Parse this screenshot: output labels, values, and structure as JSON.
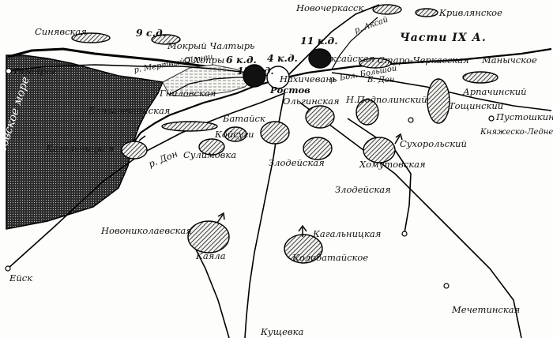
{
  "map": {
    "sea_label": "Азовское море",
    "river_label": "р. Дон",
    "delta_labels": [
      "р. Мертвый Донец",
      "Б. Дон",
      "р. Бол. Большой"
    ],
    "places": [
      {
        "key": "novocherkassk",
        "name": "Новочеркасск"
      },
      {
        "key": "krivlyanskoe",
        "name": "Кривлянское"
      },
      {
        "key": "sinyavskaya",
        "name": "Синявская"
      },
      {
        "key": "mokry-chaltyr",
        "name": "Мокрый Чалтырь"
      },
      {
        "key": "khopry",
        "name": "Хопры"
      },
      {
        "key": "taganrog",
        "name": "Таганрог"
      },
      {
        "key": "aksaiskaya",
        "name": "Аксайская"
      },
      {
        "key": "aksai-river",
        "name": "р. Аксай"
      },
      {
        "key": "staro-cherkasskaya",
        "name": "Старо-Черкасская"
      },
      {
        "key": "manychskoe",
        "name": "Манычское"
      },
      {
        "key": "nakhichevan",
        "name": "Нахичевань"
      },
      {
        "key": "gnilovskaya",
        "name": "Гниловская"
      },
      {
        "key": "rostov",
        "name": "Ростов"
      },
      {
        "key": "elizavetinskaya",
        "name": "Елизаветинская"
      },
      {
        "key": "olginskaya",
        "name": "Ольгинская"
      },
      {
        "key": "nizhne-podpolny",
        "name": "Н.Подполинский"
      },
      {
        "key": "arpachinsky",
        "name": "Арпачинский"
      },
      {
        "key": "toshchinsky",
        "name": "Тощинский"
      },
      {
        "key": "pustoshkin",
        "name": "Пустошкин"
      },
      {
        "key": "knyazhesko-lednevsky",
        "name": "Княжеско-Ледневский"
      },
      {
        "key": "bataisk",
        "name": "Батайск"
      },
      {
        "key": "kagalnitskaya-w",
        "name": "Кагальницкая"
      },
      {
        "key": "koysugi",
        "name": "Койсуги"
      },
      {
        "key": "sukhorolsky",
        "name": "Сухорольский"
      },
      {
        "key": "sulimovka",
        "name": "Сулимовка"
      },
      {
        "key": "zlodeyskaya-1",
        "name": "Злодейская"
      },
      {
        "key": "khomutovskaya",
        "name": "Хомутовская"
      },
      {
        "key": "zlodeyskaya-2",
        "name": "Злодейская"
      },
      {
        "key": "novonikolaevskaya",
        "name": "Новониколаевская"
      },
      {
        "key": "kagalnitskaya-s",
        "name": "Кагальницкая"
      },
      {
        "key": "kayala",
        "name": "Каяла"
      },
      {
        "key": "kolobataiskoe",
        "name": "Колобатайское"
      },
      {
        "key": "eysk",
        "name": "Ейск"
      },
      {
        "key": "mechetinskaya",
        "name": "Мечетинская"
      },
      {
        "key": "kushchevka",
        "name": "Кущевка"
      }
    ],
    "units": [
      {
        "key": "9-sd",
        "label": "9 с.д."
      },
      {
        "key": "11-kd",
        "label": "11 к.д."
      },
      {
        "key": "6-kd",
        "label": "6 к.д."
      },
      {
        "key": "4-kd",
        "label": "4 к.д."
      },
      {
        "key": "12-sd",
        "label": "12 с.д."
      },
      {
        "key": "ixa",
        "label": "Части IХ А."
      }
    ]
  }
}
